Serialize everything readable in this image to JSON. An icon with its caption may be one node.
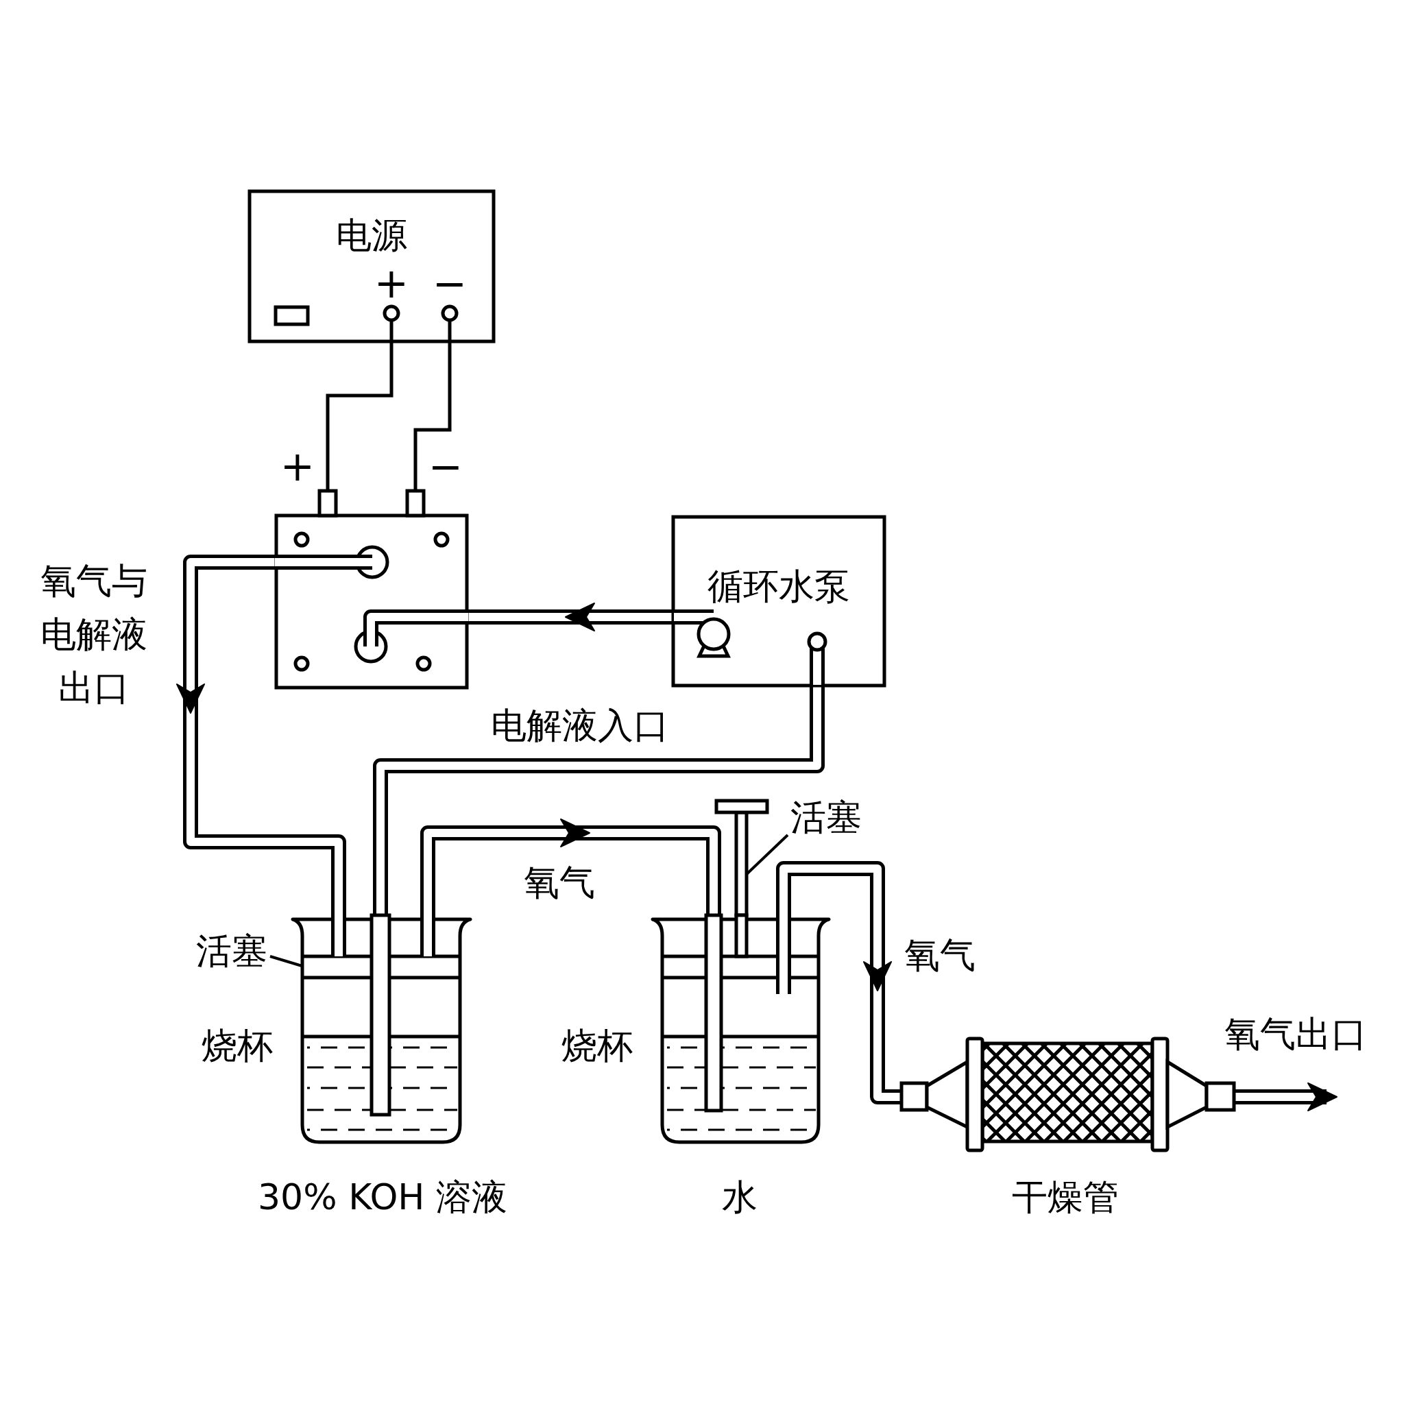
{
  "diagram": {
    "nodes": [
      {
        "text": [
          "电源"
        ]
      },
      {
        "text": [],
        "shape": "box"
      },
      {
        "text": [
          "循环水泵"
        ]
      },
      {
        "text": [],
        "shape": "beaker",
        "beside": [
          "烧杯",
          "30% KOH 溶液"
        ]
      },
      {
        "text": [],
        "shape": "beaker",
        "beside": [
          "烧杯",
          "水"
        ]
      },
      {
        "text": [],
        "shape": "cylinder",
        "beside": [
          "干燥管"
        ]
      },
      {
        "text": [
          "活塞"
        ]
      },
      {
        "text": [
          "活塞"
        ]
      }
    ],
    "edges": [
      {
        "from": 0,
        "to": 1,
        "arrow": "none"
      },
      {
        "from": 0,
        "to": 1,
        "arrow": "none"
      },
      {
        "from": 2,
        "to": 1,
        "arrow": "to"
      },
      {
        "from": 1,
        "to": 3,
        "arrow": "to",
        "label": "氧气与电解液出口"
      },
      {
        "from": 2,
        "to": 3,
        "arrow": "none",
        "label": "电解液入口"
      },
      {
        "from": 3,
        "to": 4,
        "arrow": "to",
        "label": "氧气"
      },
      {
        "from": 4,
        "to": 5,
        "arrow": "to",
        "label": "氧气"
      },
      {
        "from": 5,
        "to": null,
        "arrow": "to",
        "label": "氧气出口"
      },
      {
        "from": 6,
        "to": 3,
        "arrow": "none"
      },
      {
        "from": 7,
        "to": 4,
        "arrow": "none"
      }
    ],
    "labels": [
      "+",
      "−",
      "+",
      "−"
    ]
  }
}
